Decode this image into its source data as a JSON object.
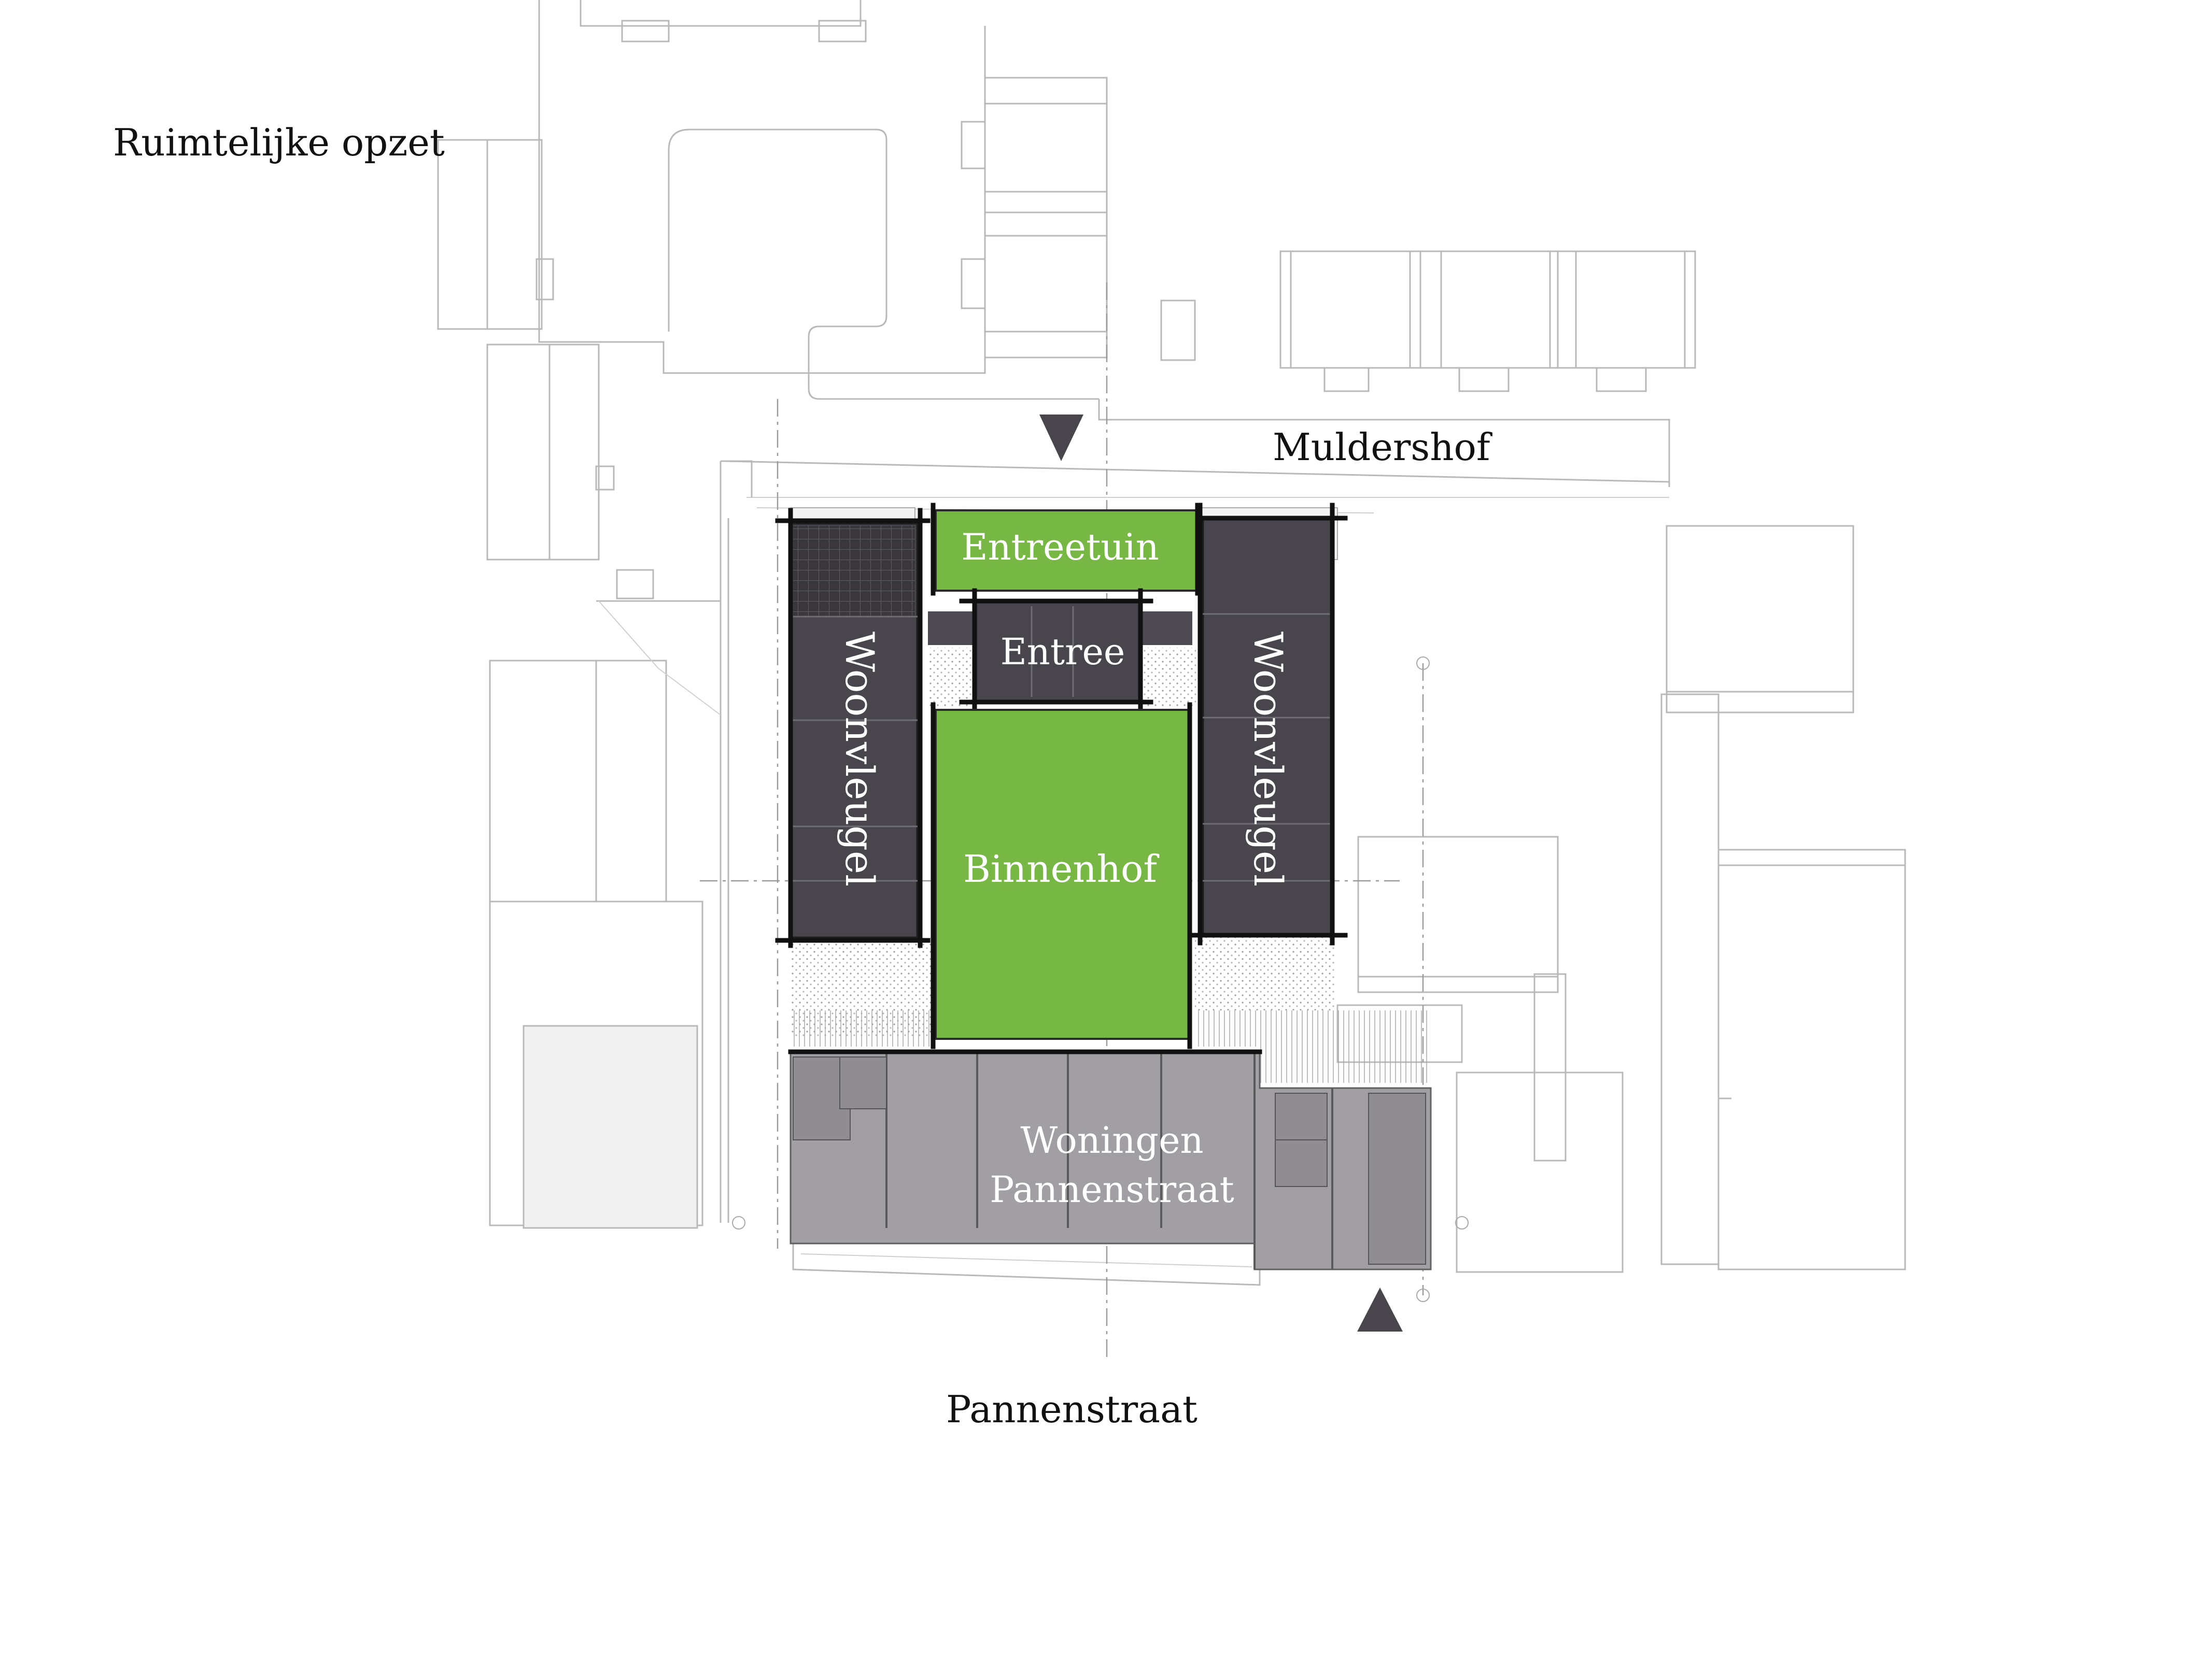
{
  "title": "Ruimtelijke opzet",
  "streets": {
    "north": "Muldershof",
    "south": "Pannenstraat"
  },
  "zones": {
    "entreetuin": "Entreetuin",
    "entree": "Entree",
    "binnenhof": "Binnenhof",
    "woonvleugel_left": "Woonvleugel",
    "woonvleugel_right": "Woonvleugel",
    "woningen_line1": "Woningen",
    "woningen_line2": "Pannenstraat"
  },
  "colors": {
    "green": "#77b844",
    "wing": "#48464c",
    "houses": "#a19fa4",
    "context": "#b9b9b9",
    "arrow": "#48464c"
  },
  "icons": {
    "north_entrance": "triangle-down-icon",
    "south_entrance": "triangle-up-icon"
  }
}
